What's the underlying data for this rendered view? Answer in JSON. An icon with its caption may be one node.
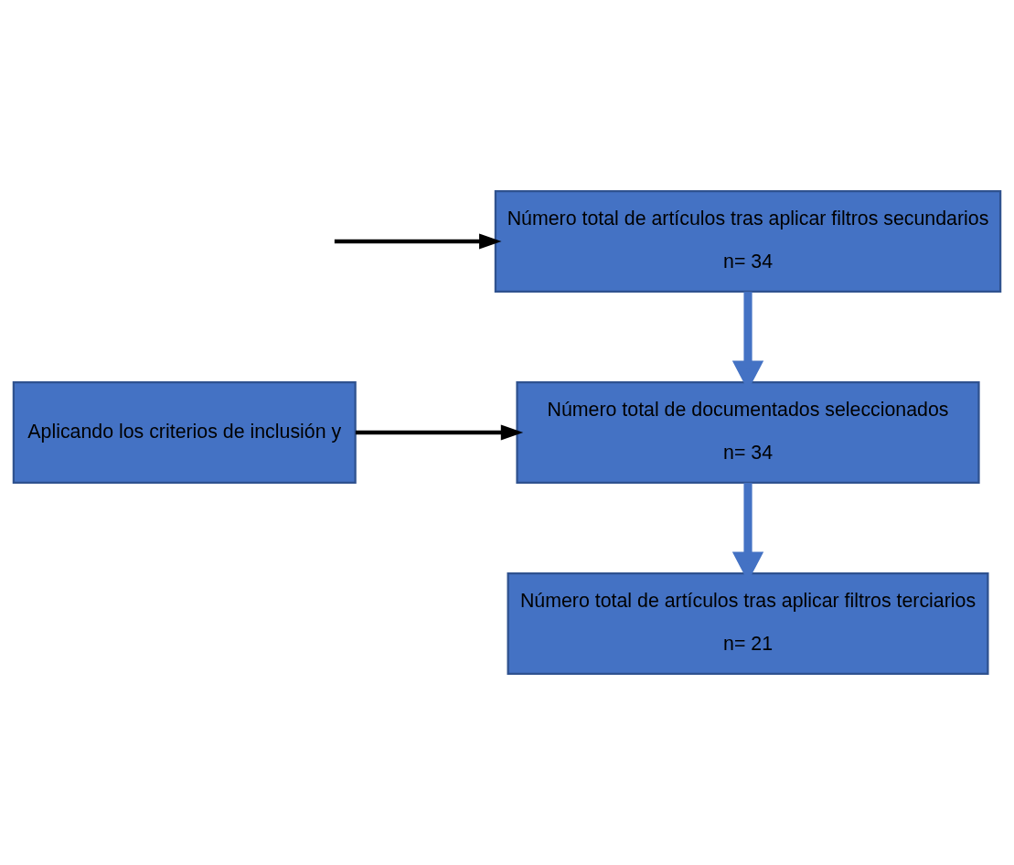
{
  "diagram": {
    "nodes": [
      {
        "text": [
          "Número total de artículos tras aplicar filtros secundarios",
          "n= 34"
        ]
      },
      {
        "text": [
          "Número total de documentados seleccionados",
          "n= 34"
        ]
      },
      {
        "text": [
          "Número total de artículos tras aplicar filtros terciarios",
          "n= 21"
        ]
      },
      {
        "text": [
          "Aplicando los criterios de inclusión y"
        ]
      }
    ],
    "edges": [
      {
        "from": null,
        "to": 0,
        "arrow": "to"
      },
      {
        "from": 0,
        "to": 1,
        "arrow": "to",
        "style": "thick",
        "color": "#4472c4"
      },
      {
        "from": 3,
        "to": 1,
        "arrow": "to"
      },
      {
        "from": 1,
        "to": 2,
        "arrow": "to",
        "style": "thick",
        "color": "#4472c4"
      }
    ]
  }
}
